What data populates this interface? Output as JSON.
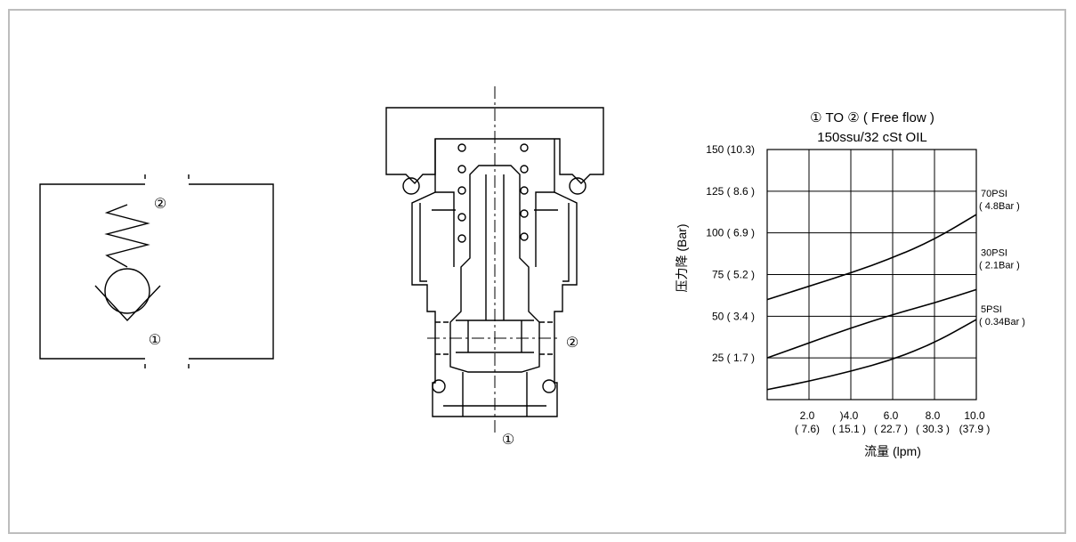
{
  "symbol": {
    "port_top_label": "②",
    "port_bottom_label": "①"
  },
  "section": {
    "port_side_label": "②",
    "port_bottom_label": "①"
  },
  "chart_data": {
    "type": "line",
    "title": "① TO ② ( Free flow )",
    "subtitle": "150ssu/32 cSt OIL",
    "xlabel": "流量 (lpm)",
    "ylabel": "压力降 (Bar)",
    "xlim": [
      0,
      10
    ],
    "ylim": [
      0,
      150
    ],
    "grid": true,
    "x_ticks": [
      {
        "value": 2,
        "label": "2.0",
        "sublabel": "( 7.6)"
      },
      {
        "value": 4,
        "label": ")4.0",
        "sublabel": "( 15.1 )"
      },
      {
        "value": 6,
        "label": "6.0",
        "sublabel": "( 22.7 )"
      },
      {
        "value": 8,
        "label": "8.0",
        "sublabel": "( 30.3 )"
      },
      {
        "value": 10,
        "label": "10.0",
        "sublabel": "(37.9 )"
      }
    ],
    "y_ticks": [
      {
        "value": 25,
        "label": "25 ( 1.7 )"
      },
      {
        "value": 50,
        "label": "50 ( 3.4 )"
      },
      {
        "value": 75,
        "label": "75 ( 5.2 )"
      },
      {
        "value": 100,
        "label": "100 ( 6.9 )"
      },
      {
        "value": 125,
        "label": "125 ( 8.6 )"
      },
      {
        "value": 150,
        "label": "150 (10.3)"
      }
    ],
    "series": [
      {
        "name": "70PSI",
        "sublabel": "( 4.8Bar )",
        "x": [
          0,
          2,
          4,
          6,
          8,
          10
        ],
        "y": [
          60,
          68,
          76,
          85,
          96,
          111
        ]
      },
      {
        "name": "30PSI",
        "sublabel": "( 2.1Bar )",
        "x": [
          0,
          2,
          4,
          6,
          8,
          10
        ],
        "y": [
          25,
          34,
          43,
          51,
          58,
          66
        ]
      },
      {
        "name": "5PSI",
        "sublabel": "( 0.34Bar )",
        "x": [
          0,
          2,
          4,
          6,
          8,
          10
        ],
        "y": [
          6,
          11,
          17,
          24,
          34,
          48
        ]
      }
    ]
  }
}
